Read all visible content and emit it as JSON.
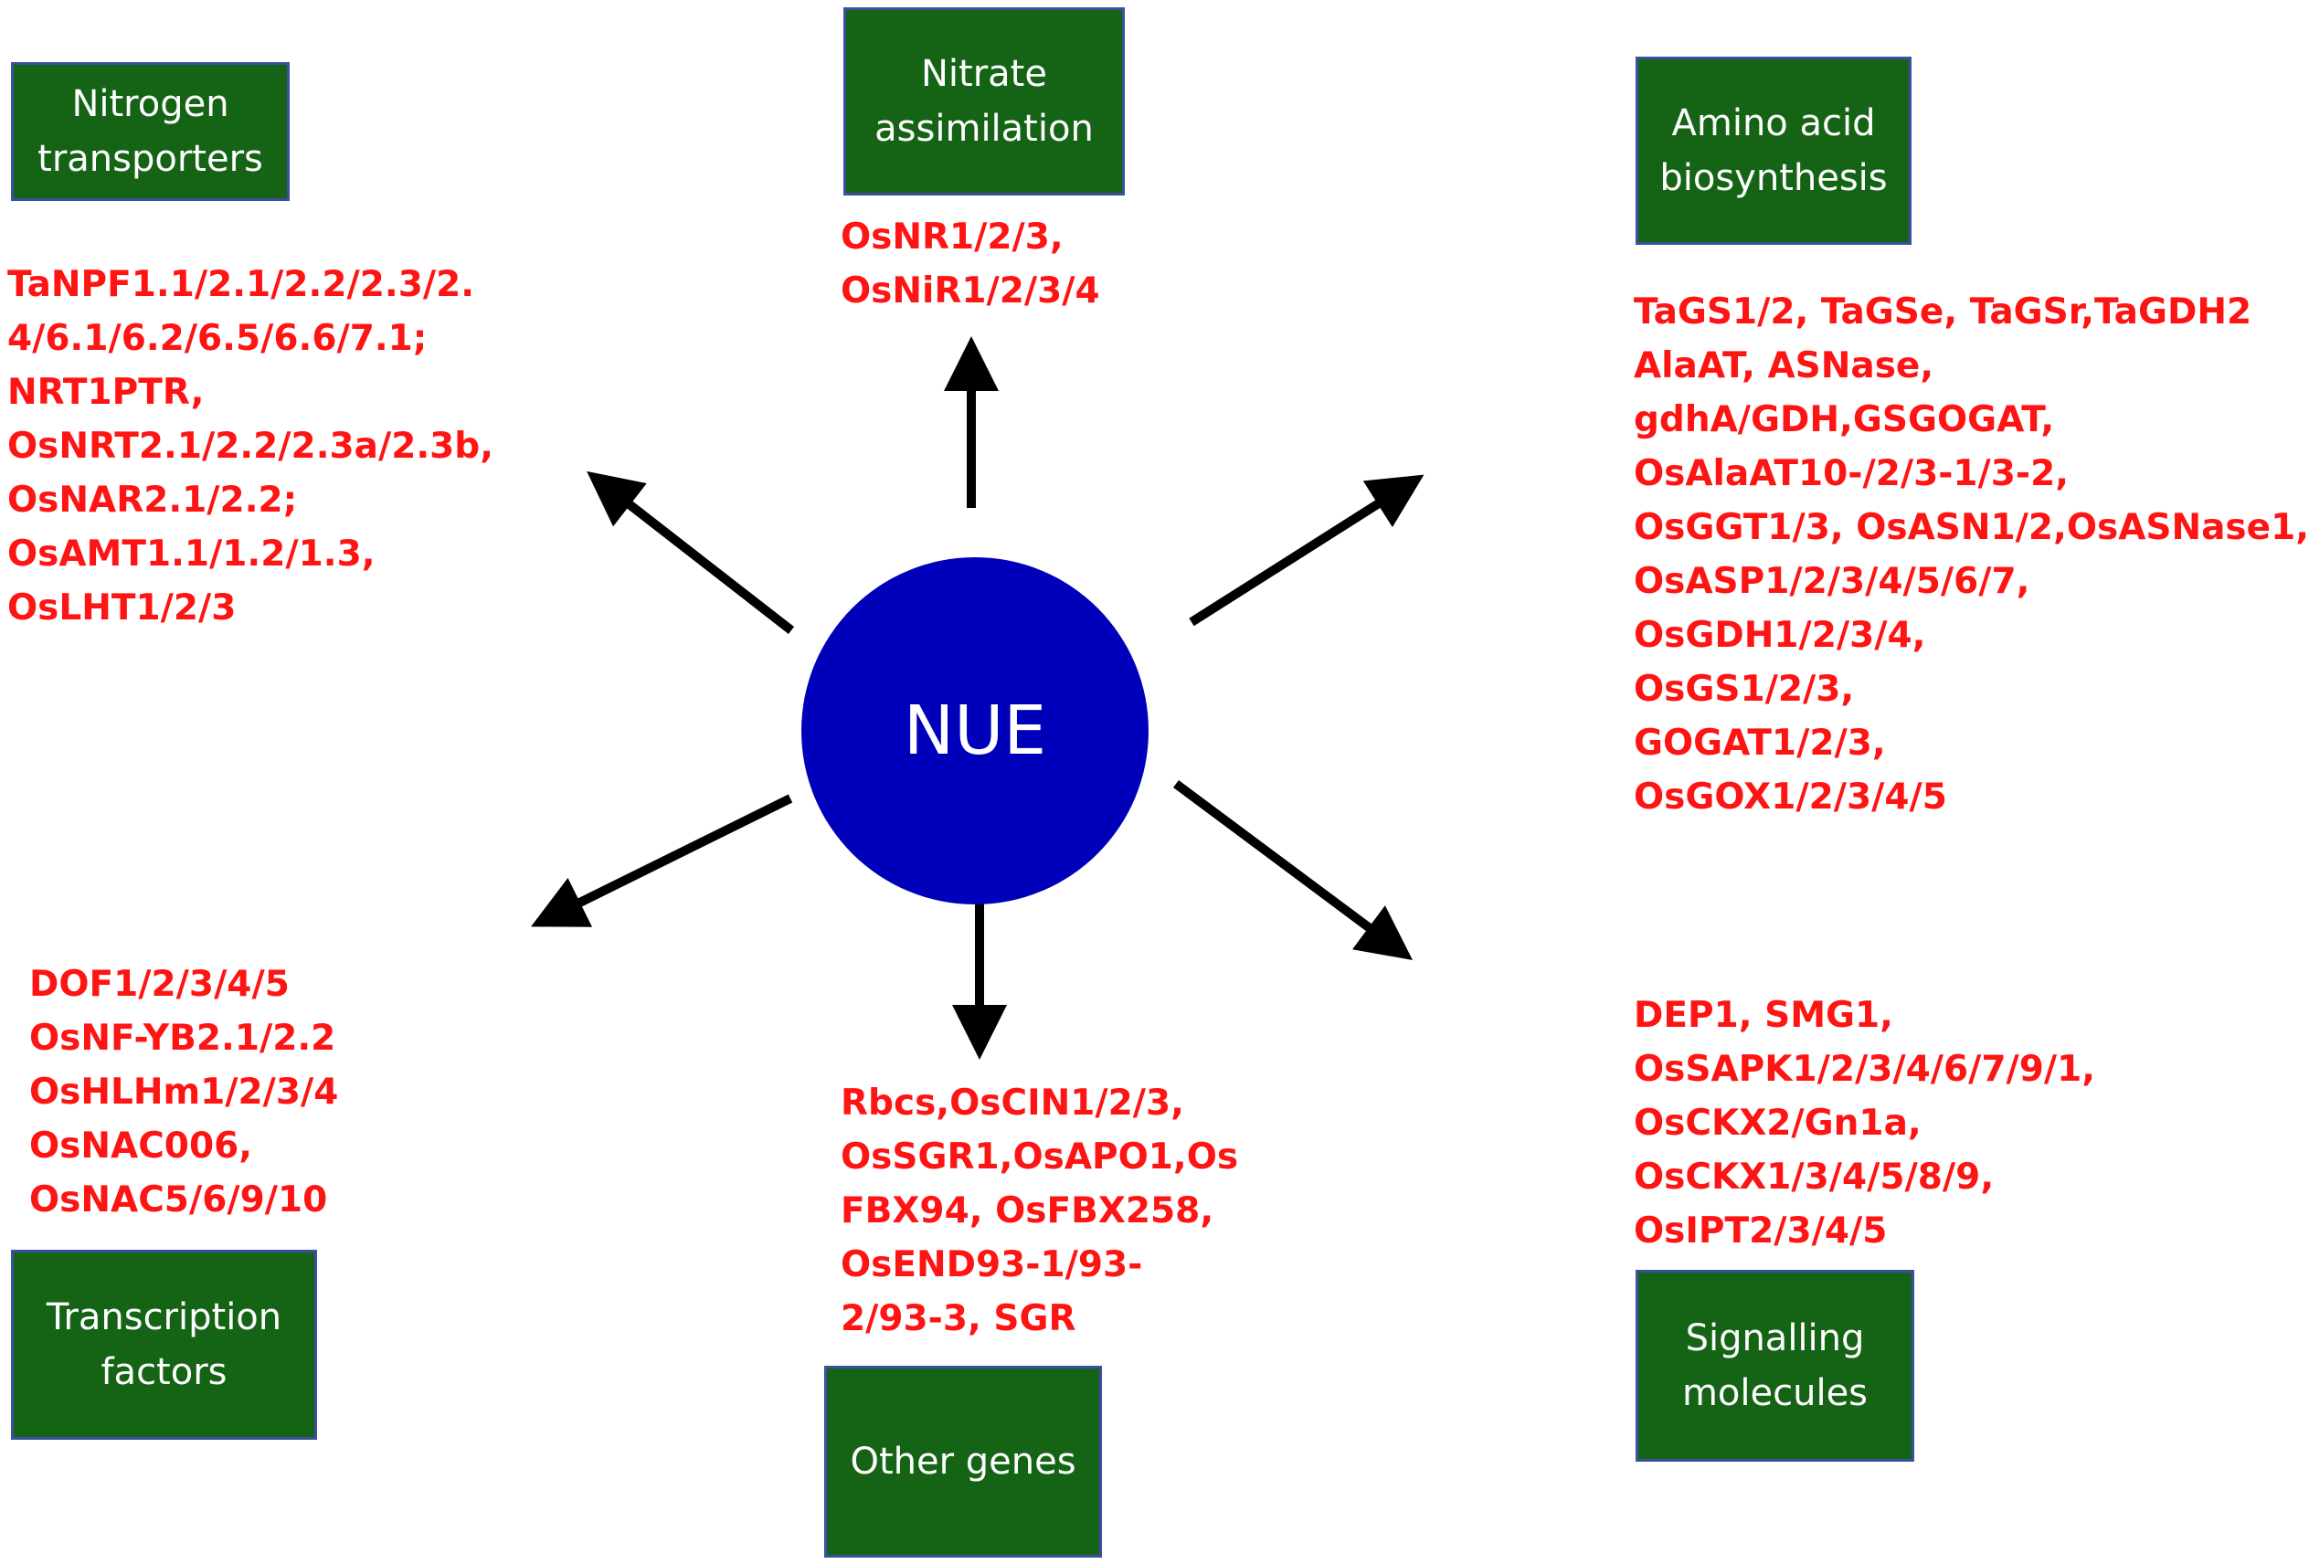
{
  "hub": {
    "label": "NUE",
    "color": "#0000bb"
  },
  "colors": {
    "box_fill": "#156416",
    "box_border": "#3a4fa0",
    "gene_text": "#ff1414",
    "arrow": "#000000"
  },
  "categories": {
    "nitrogen_transporters": {
      "title": "Nitrogen\ntransporters",
      "genes": [
        "TaNPF1.1/2.1/2.2/2.3/2.",
        "4/6.1/6.2/6.5/6.6/7.1;",
        "NRT1PTR,",
        "OsNRT2.1/2.2/2.3a/2.3b,",
        "OsNAR2.1/2.2;",
        "OsAMT1.1/1.2/1.3,",
        "OsLHT1/2/3"
      ]
    },
    "nitrate_assimilation": {
      "title": "Nitrate\nassimilation",
      "genes": [
        "OsNR1/2/3,",
        "OsNiR1/2/3/4"
      ]
    },
    "amino_acid_biosynthesis": {
      "title": "Amino acid\nbiosynthesis",
      "genes": [
        "TaGS1/2, TaGSe, TaGSr,TaGDH2",
        "AlaAT, ASNase,",
        "gdhA/GDH,GSGOGAT,",
        "OsAlaAT10-/2/3-1/3-2,",
        "OsGGT1/3, OsASN1/2,OsASNase1,",
        "OsASP1/2/3/4/5/6/7,",
        "OsGDH1/2/3/4,",
        "OsGS1/2/3,",
        "GOGAT1/2/3,",
        "OsGOX1/2/3/4/5"
      ]
    },
    "transcription_factors": {
      "title": "Transcription\nfactors",
      "genes": [
        "DOF1/2/3/4/5",
        "OsNF-YB2.1/2.2",
        "OsHLHm1/2/3/4",
        "OsNAC006,",
        "OsNAC5/6/9/10"
      ]
    },
    "other_genes": {
      "title": "Other genes",
      "genes": [
        "Rbcs,OsCIN1/2/3,",
        "OsSGR1,OsAPO1,Os",
        "FBX94, OsFBX258,",
        "OsEND93-1/93-",
        "2/93-3, SGR"
      ]
    },
    "signalling_molecules": {
      "title": "Signalling\nmolecules",
      "genes": [
        "DEP1, SMG1,",
        "OsSAPK1/2/3/4/6/7/9/1,",
        "OsCKX2/Gn1a,",
        "OsCKX1/3/4/5/8/9,",
        "OsIPT2/3/4/5"
      ]
    }
  }
}
